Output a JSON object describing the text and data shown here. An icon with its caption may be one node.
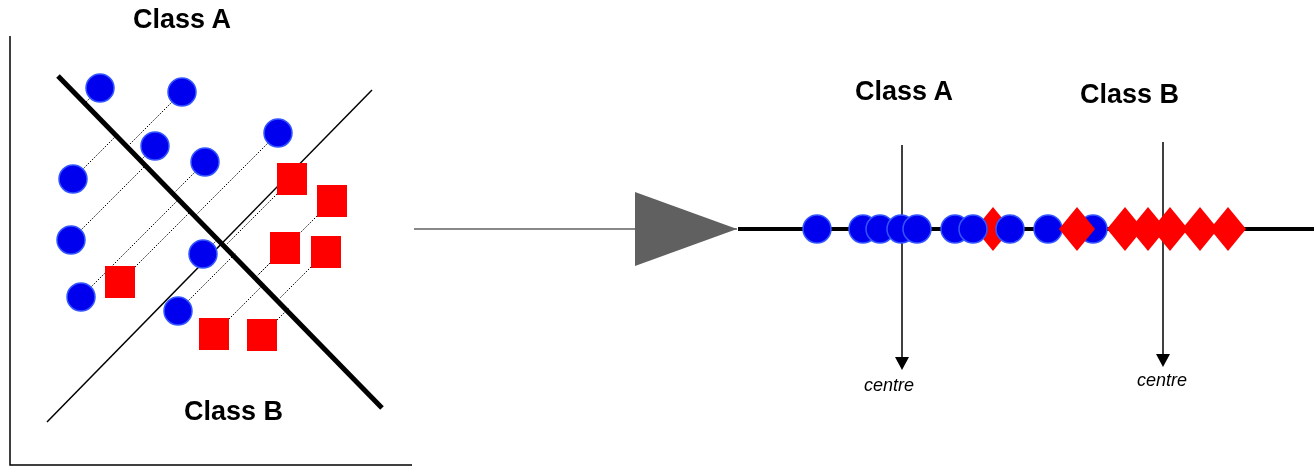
{
  "diagram": {
    "nodes": [
      {
        "text": [],
        "shape": "picture"
      },
      {
        "text": [],
        "shape": "picture"
      }
    ],
    "edges": [
      {
        "from": 0,
        "to": 1,
        "arrow": "to"
      }
    ],
    "labels": [
      "Class A",
      "Class B",
      "Class A",
      "Class B",
      "centre",
      "centre"
    ]
  }
}
